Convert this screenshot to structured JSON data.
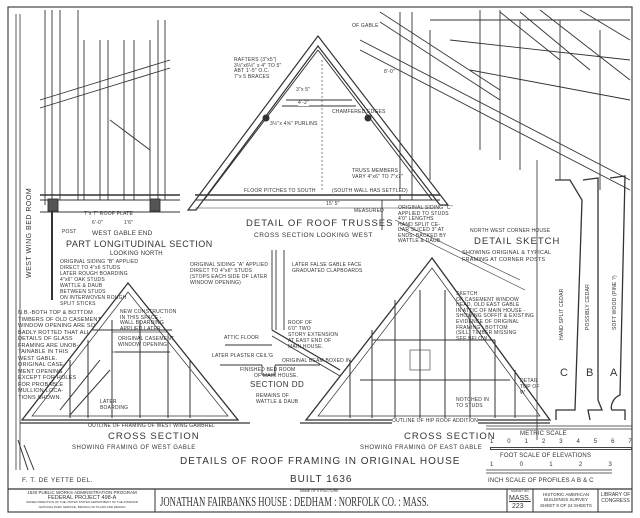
{
  "sheet": {
    "main_title": "DETAILS OF ROOF FRAMING IN ORIGINAL HOUSE",
    "built": "BUILT 1636",
    "delineator": "F. T. DE YETTE  DEL."
  },
  "title_block": {
    "program_line1": "1540 PUBLIC WORKS ADMINISTRATION PROGRAM",
    "program_line2": "FEDERAL PROJECT 498-A",
    "program_line3": "UNDER DIRECTION OF THE UNITED STATES DEPARTMENT OF THE INTERIOR",
    "program_line4": "NATIONAL PARK SERVICE, BRANCH OF PLANS AND DESIGN",
    "structure_label": "NAME OF STRUCTURE",
    "structure_name": "JONATHAN FAIRBANKS HOUSE : DEDHAM : NORFOLK CO. : MASS.",
    "survey_label": "SURVEY NO.",
    "survey_no_1": "MASS.",
    "survey_no_2": "223",
    "habs_line1": "HISTORIC AMERICAN",
    "habs_line2": "BUILDINGS SURVEY",
    "sheet_no": "SHEET 8 OF 24 SHEETS",
    "library_label": "LIBRARY OF CONGRESS"
  },
  "longitudinal_section": {
    "title": "WEST GABLE END",
    "subtitle": "PART LONGITUDINAL SECTION",
    "looking": "LOOKING NORTH",
    "room_label": "WEST WING BED ROOM",
    "roof_plate": "7\"x 7\" ROOF PLATE",
    "post": "POST",
    "dim_1": "6'-0\"",
    "dim_2": "1'6\"",
    "notes": [
      "ORIGINAL SIDING \"B\" APPLIED",
      "DIRECT TO 4\"x6 STUDS",
      "LATER ROUGH BOARDING",
      "4\"x6\" OAK STUDS",
      "WATTLE & DAUB",
      "BETWEEN STUDS",
      "ON INTERWOVEN ROUGH",
      "SPLIT STICKS"
    ]
  },
  "roof_truss": {
    "title": "DETAIL OF ROOF TRUSSES",
    "subtitle": "CROSS SECTION LOOKING WEST",
    "rafters_note": [
      "RAFTERS (3\"x5\")",
      "3½\"x6½\" x 4\" TO 5\"",
      "ABT 1'-5\" O.C.",
      "7\"x 5 BRACES"
    ],
    "purlin": "3½\"x 4⅝\" PURLINS",
    "collar": "3\"x 5\"",
    "collar_len": "4'-2\"",
    "chamfer": "CHAMFERED EDGES",
    "truss_members": [
      "TRUSS MEMBERS",
      "VARY 4\"x6\" TO 7\"x7\""
    ],
    "floor_note": "FLOOR PITCHES TO SOUTH",
    "south_wall": "(SOUTH WALL HAS SETTLED)",
    "span": "15' 5\"",
    "measured": "MEASURED",
    "rafter_dim": "8'-0\"",
    "of_gable": "OF GABLE"
  },
  "section_dd": {
    "title": "SECTION DD",
    "siding_note": [
      "ORIGINAL SIDING \"A\" APPLIED",
      "DIRECT TO 4\"x6\" STUDS",
      "(STOPS EACH SIDE OF LATER",
      "WINDOW OPENING)"
    ],
    "false_gable": [
      "LATER FALSE GABLE FACE",
      "GRADUATED CLAPBOARDS"
    ],
    "roof_note": [
      "ROOF OF",
      "6'0\" TWO",
      "STORY EXTENSION",
      "AT EAST END OF",
      "MAIN HOUSE."
    ],
    "attic_floor": "ATTIC FLOOR",
    "plaster": "LATER PLASTER CEIL'G",
    "beam": "ORIGINAL BEAM BOXED IN",
    "bedroom": [
      "FINISHED BED ROOM",
      "OF MAIN HOUSE."
    ],
    "wattle": [
      "REMAINS OF",
      "WATTLE & DAUB"
    ]
  },
  "west_gable": {
    "title": "CROSS SECTION",
    "subtitle": "SHOWING FRAMING OF WEST GABLE",
    "outline": "OUTLINE OF FRAMING OF WEST WING GAMBREL",
    "nb_note": [
      "N.B.-BOTH TOP & BOTTOM",
      "TIMBERS OF OLD CASEMENT",
      "WINDOW OPENING ARE SO",
      "BADLY ROTTED THAT ALL",
      "DETAILS OF GLASS",
      "FRAMING ARE UNOB-",
      "TAINABLE IN THIS",
      "WEST GABLE.",
      "ORIGINAL CASE-",
      "MENT OPENING",
      "EXCEPT FOR HOLES",
      "FOR PROBABLE",
      "MULLION LOCA-",
      "TIONS SHOWN."
    ],
    "new_construction": [
      "NEW CONSTRUCTION",
      "IN THIS SPACE -",
      "WALL BOARDING",
      "APPLIED LATER"
    ],
    "casement": [
      "ORIGINAL CASEMENT",
      "WINDOW OPENING"
    ],
    "later_boarding": [
      "LATER",
      "BOARDING"
    ]
  },
  "east_gable": {
    "title": "CROSS SECTION",
    "subtitle": "SHOWING FRAMING OF EAST GABLE",
    "outline": "OUTLINE OF HIP ROOF ADDITION",
    "sketch_note": [
      "SKETCH",
      "OF CASEMENT WINDOW",
      "HEAD, OLD EAST GABLE",
      "IN ATTIC OF MAIN HOUSE -",
      "SHOWING SOFFIT & EXISTING",
      "EVIDENCE OF ORIGINAL",
      "FRAMING : BOTTOM",
      "(SILL) TIMBER MISSING",
      "SEE BELOW"
    ],
    "detail_w": [
      "DETAIL",
      "TOP OF",
      "W"
    ],
    "notched": [
      "NOTCHED IN",
      "TO STUDS"
    ],
    "siding_c": [
      "ORIGINAL SIDING \"C\"",
      "APPLIED TO STUDS",
      "4'0\" LENGTHS",
      "HAND SPLIT CE-",
      "DAR SLICED 3\" AT",
      "ENDS: BACKED BY",
      "WATTLE & DAUB."
    ]
  },
  "corner_sketch": {
    "title_small": "NORTH WEST CORNER HOUSE",
    "title": "DETAIL SKETCH",
    "subtitle": [
      "SHOWING ORIGINAL & TYPICAL",
      "FRAMING AT CORNER POSTS"
    ]
  },
  "profiles": {
    "a": "A",
    "b": "B",
    "c": "C",
    "a_label": "SOFT WOOD (PINE ?)",
    "b_label": "POSSIBLY CEDAR",
    "c_label": "HAND SPLIT CEDAR"
  },
  "scales": {
    "metric_title": "METRIC SCALE",
    "metric_ticks": [
      "1",
      "0",
      "1",
      "2",
      "3",
      "4",
      "5",
      "6",
      "7"
    ],
    "foot_title": "FOOT SCALE OF ELEVATIONS",
    "inch_ticks": [
      "1",
      "0",
      "1",
      "2",
      "3"
    ],
    "inch_title": "INCH SCALE OF PROFILES A B & C"
  }
}
